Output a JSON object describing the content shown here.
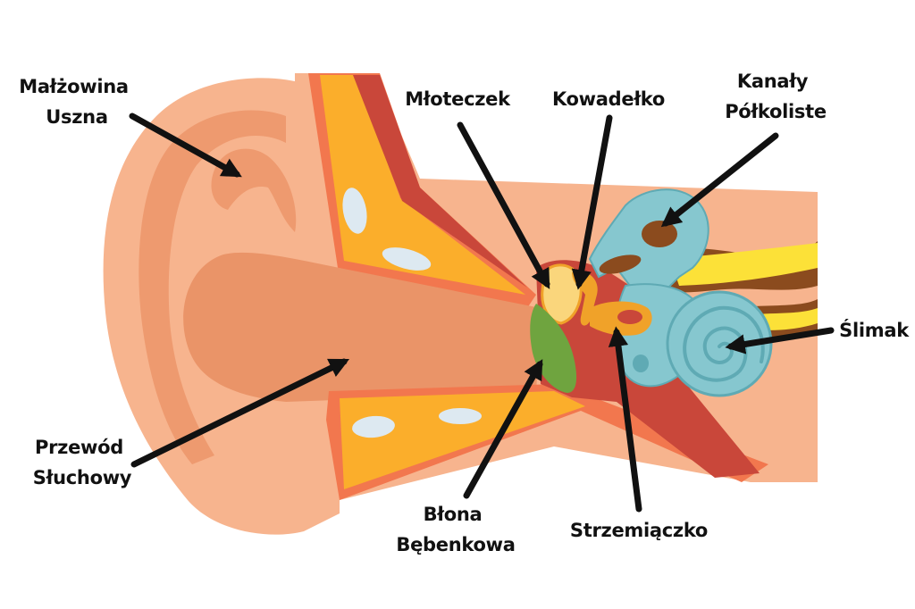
{
  "diagram": {
    "colors": {
      "skin": "#F7B48E",
      "skin_dark": "#EE9A6F",
      "canal": "#EA9468",
      "bone": "#FBAE2B",
      "bone_light": "#DDE9F1",
      "muscle": "#C9473A",
      "muscle_edge": "#F2774E",
      "eardrum": "#6FA43F",
      "inner_ear": "#86C7CF",
      "inner_ear_dark": "#5FAAB4",
      "nerve_brown": "#8B4B1E",
      "nerve_yellow": "#FCE138",
      "ossicle_yellow": "#FAD67C",
      "ossicle_orange": "#F0A229",
      "label_color": "#111111"
    },
    "labels": {
      "pinna": [
        "Małżowina",
        "Uszna"
      ],
      "ear_canal": [
        "Przewód",
        "Słuchowy"
      ],
      "malleus": [
        "Młoteczek"
      ],
      "incus": [
        "Kowadełko"
      ],
      "semicircular_canals": [
        "Kanały",
        "Półkoliste"
      ],
      "cochlea": [
        "Ślimak"
      ],
      "eardrum": [
        "Błona",
        "Bębenkowa"
      ],
      "stapes": [
        "Strzemiączko"
      ]
    }
  }
}
